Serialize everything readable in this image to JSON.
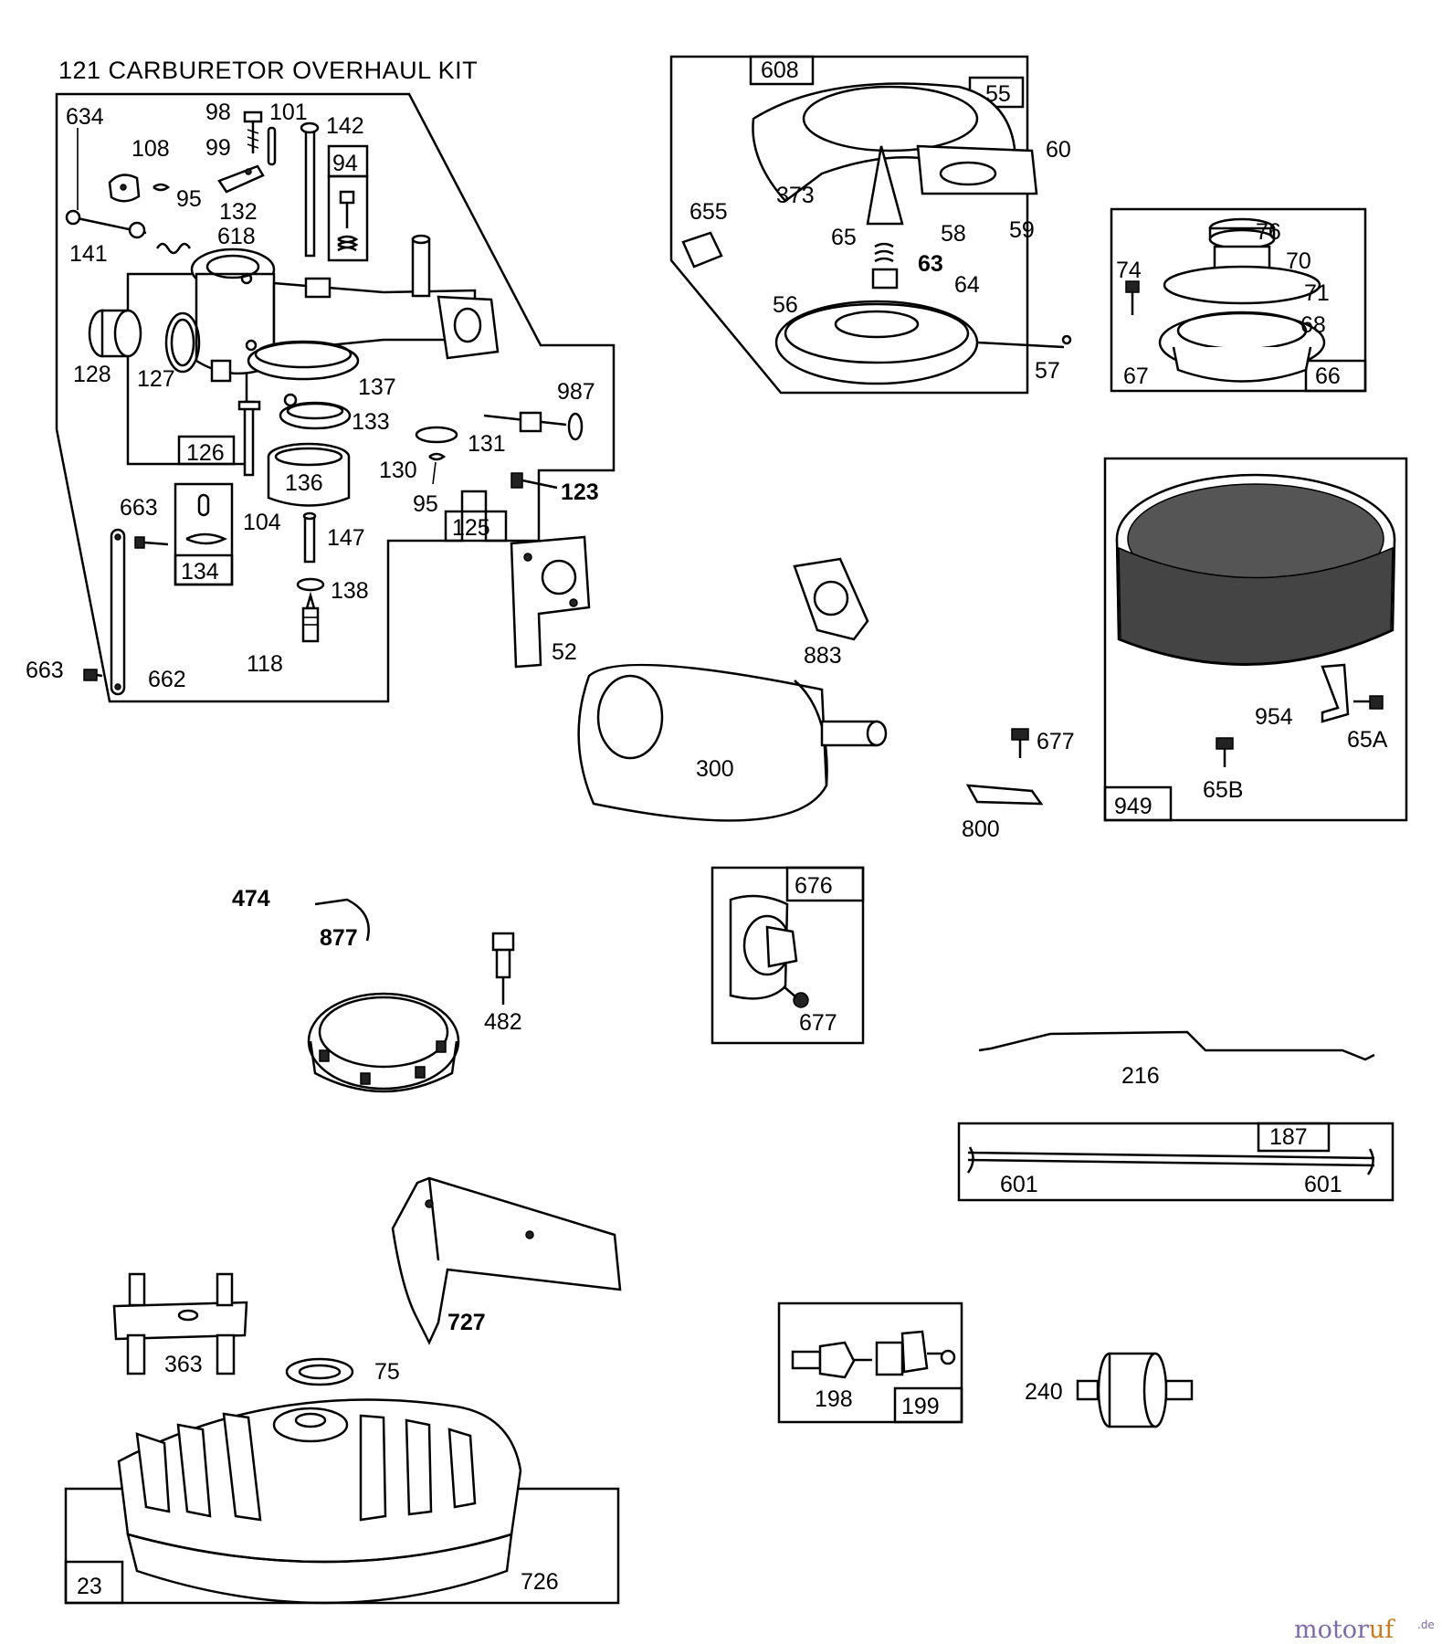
{
  "title": "121 CARBURETOR OVERHAUL KIT",
  "labels": {
    "l634": "634",
    "l98": "98",
    "l101": "101",
    "l142": "142",
    "l108": "108",
    "l99": "99",
    "l94": "94",
    "l95a": "95",
    "l132": "132",
    "l141": "141",
    "l618": "618",
    "l128": "128",
    "l127": "127",
    "l137": "137",
    "l126": "126",
    "l133": "133",
    "l987": "987",
    "l131": "131",
    "l136": "136",
    "l104": "104",
    "l130": "130",
    "l95b": "95",
    "l123": "123",
    "l125": "125",
    "l663a": "663",
    "l134": "134",
    "l147": "147",
    "l138": "138",
    "l118": "118",
    "l663b": "663",
    "l662": "662",
    "l52": "52",
    "l608": "608",
    "l55": "55",
    "l60": "60",
    "l655": "655",
    "l373": "373",
    "l65": "65",
    "l58": "58",
    "l59": "59",
    "l63": "63",
    "l64": "64",
    "l56": "56",
    "l57": "57",
    "l76": "76",
    "l70": "70",
    "l74": "74",
    "l71": "71",
    "l68": "68",
    "l67": "67",
    "l66": "66",
    "l883": "883",
    "l300": "300",
    "l677a": "677",
    "l800": "800",
    "l954": "954",
    "l65A": "65A",
    "l65B": "65B",
    "l949": "949",
    "l474": "474",
    "l877": "877",
    "l482": "482",
    "l676": "676",
    "l677b": "677",
    "l216": "216",
    "l187": "187",
    "l601a": "601",
    "l601b": "601",
    "l727": "727",
    "l363": "363",
    "l75": "75",
    "l198": "198",
    "l199": "199",
    "l240": "240",
    "l23": "23",
    "l726": "726"
  },
  "watermark": {
    "brand": "motor",
    "accent": "uf",
    "suffix": ".de"
  },
  "colors": {
    "ink": "#000000",
    "paper": "#ffffff",
    "watermark": "#7d6aa8",
    "watermark_accent": "#c97a1e"
  }
}
